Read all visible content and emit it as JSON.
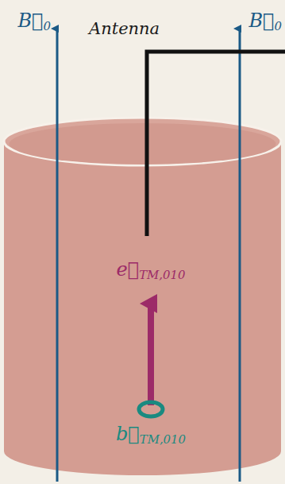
{
  "diagram": {
    "labels": [
      "B⃗0",
      "Antenna",
      "B⃗0",
      "e⃗TM,010",
      "b⃗TM,010"
    ]
  }
}
